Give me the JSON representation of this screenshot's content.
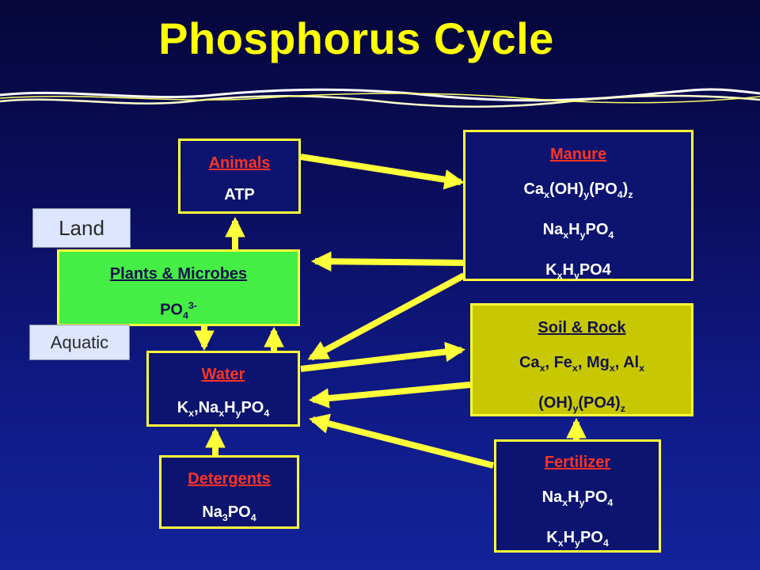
{
  "title": "Phosphorus Cycle",
  "colors": {
    "box_border": "#ffff3a",
    "heading_red": "#ff3322",
    "plants_fill": "#44ee44",
    "soil_fill": "#c8c800",
    "arrow": "#ffff3a"
  },
  "labels": {
    "land": "Land",
    "aquatic": "Aquatic"
  },
  "animals": {
    "heading": "Animals",
    "content": "ATP"
  },
  "manure": {
    "heading": "Manure",
    "f1": {
      "t1": "Ca",
      "s1": "x",
      "t2": "(OH)",
      "s2": "y",
      "t3": "(PO",
      "s3": "4",
      "t4": ")",
      "s4": "z"
    },
    "f2": {
      "t1": "Na",
      "s1": "x",
      "t2": "H",
      "s2": "y",
      "t3": "PO",
      "s3": "4"
    },
    "f3": {
      "t1": "K",
      "s1": "x",
      "t2": "H",
      "s2": "y",
      "t3": "PO4"
    }
  },
  "plants": {
    "heading": "Plants & Microbes",
    "t1": "PO",
    "sub": "4",
    "sup": "3-"
  },
  "soil": {
    "heading": "Soil & Rock",
    "f1": {
      "t1": "Ca",
      "s1": "x",
      "t2": ", Fe",
      "s2": "x",
      "t3": ", Mg",
      "s3": "x",
      "t4": ", Al",
      "s4": "x"
    },
    "f2": {
      "t1": "(OH)",
      "s1": "y",
      "t2": "(PO4)",
      "s2": "z"
    }
  },
  "water": {
    "heading": "Water",
    "f1": {
      "t1": "K",
      "s1": "x",
      "t2": ",Na",
      "s2": "x",
      "t3": "H",
      "s3": "y",
      "t4": "PO",
      "s4": "4"
    }
  },
  "detergents": {
    "heading": "Detergents",
    "f1": {
      "t1": "Na",
      "s1": "3",
      "t2": "PO",
      "s2": "4"
    }
  },
  "fertilizer": {
    "heading": "Fertilizer",
    "f1": {
      "t1": "Na",
      "s1": "x",
      "t2": "H",
      "s2": "y",
      "t3": "PO",
      "s3": "4"
    },
    "f2": {
      "t1": "K",
      "s1": "x",
      "t2": "H",
      "s2": "y",
      "t3": "PO",
      "s3": "4"
    }
  }
}
